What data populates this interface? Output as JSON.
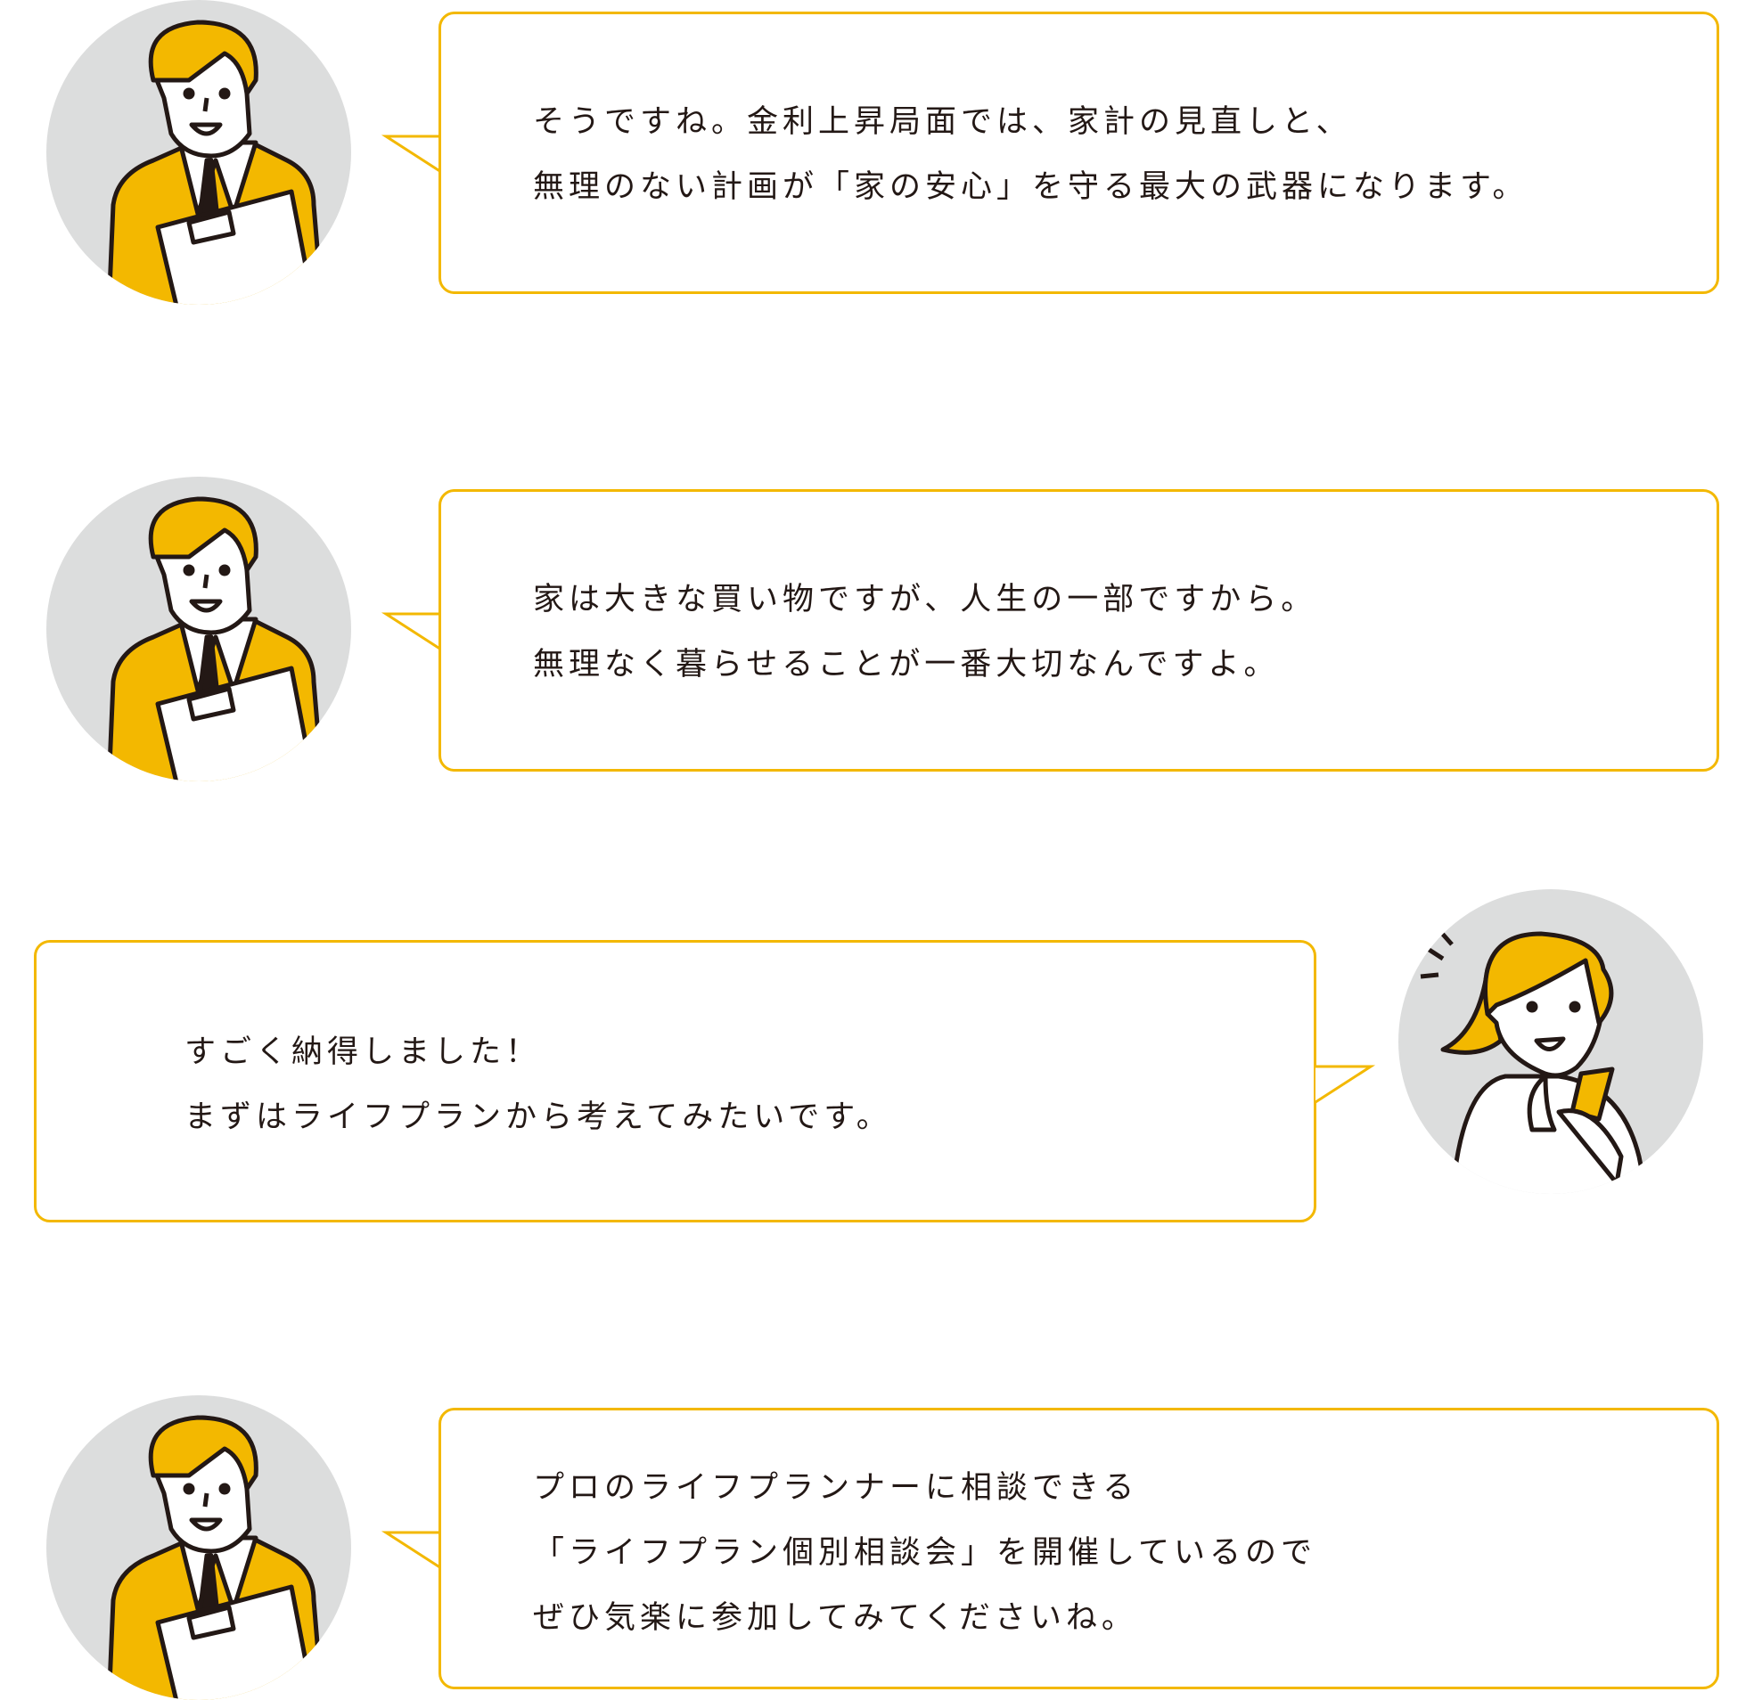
{
  "colors": {
    "accent": "#f3b800",
    "avatar_bg": "#dcdddd",
    "text": "#231815"
  },
  "conversation": [
    {
      "speaker": "advisor",
      "avatar_icon": "advisor-man-icon",
      "lines": [
        "そうですね。金利上昇局面では、家計の見直しと、",
        "無理のない計画が「家の安心」を守る最大の武器になります。"
      ]
    },
    {
      "speaker": "advisor",
      "avatar_icon": "advisor-man-icon",
      "lines": [
        "家は大きな買い物ですが、人生の一部ですから。",
        "無理なく暮らせることが一番大切なんですよ。"
      ]
    },
    {
      "speaker": "customer",
      "avatar_icon": "woman-with-phone-icon",
      "lines": [
        "すごく納得しました！",
        "まずはライフプランから考えてみたいです。"
      ]
    },
    {
      "speaker": "advisor",
      "avatar_icon": "advisor-man-icon",
      "lines": [
        "プロのライフプランナーに相談できる",
        "「ライフプラン個別相談会」を開催しているので",
        "ぜひ気楽に参加してみてくださいね。"
      ]
    }
  ]
}
